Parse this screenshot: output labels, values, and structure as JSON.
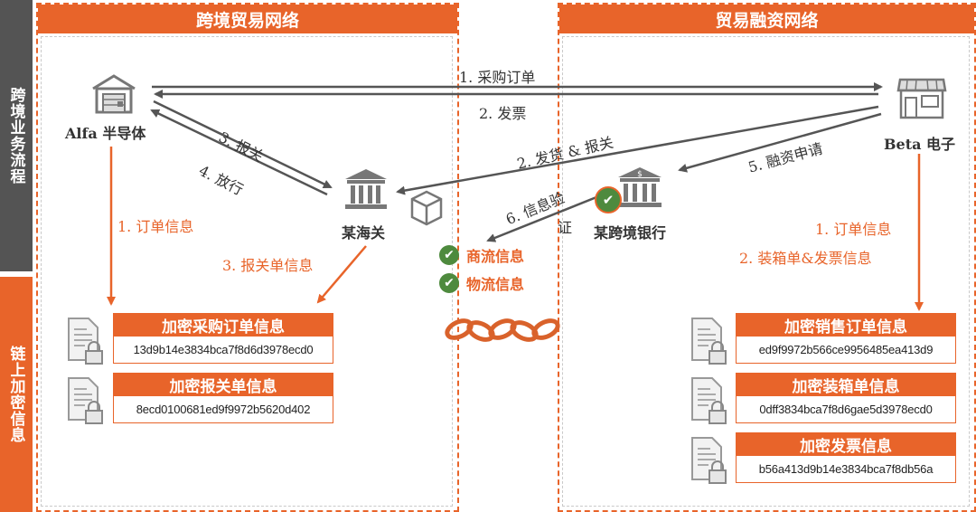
{
  "colors": {
    "accent": "#e8642a",
    "side_dark": "#545454",
    "arrow": "#555555",
    "check": "#4e8a3e"
  },
  "side": {
    "top_label": "跨境业务流程",
    "bottom_label": "链上加密信息"
  },
  "zones": {
    "left_title": "跨境贸易网络",
    "right_title": "贸易融资网络"
  },
  "nodes": {
    "alfa": "Alfa 半导体",
    "customs": "某海关",
    "beta": "Beta 电子",
    "bank": "某跨境银行"
  },
  "flows": {
    "purchase_order": "1. 采购订单",
    "invoice": "2. 发票",
    "declare": "3. 报关",
    "release": "4. 放行",
    "ship_declare": "2. 发货 & 报关",
    "finance_apply": "5. 融资申请",
    "verify_line1": "6. 信息验",
    "verify_line2": "证"
  },
  "info_labels": {
    "order_info_left": "1. 订单信息",
    "customs_info": "3. 报关单信息",
    "order_info_right": "1. 订单信息",
    "packing_info": "2. 装箱单&发票信息"
  },
  "checks": [
    "商流信息",
    "物流信息"
  ],
  "icons": {
    "factory": "factory-icon",
    "shop": "shop-icon",
    "customs": "customs-building-icon",
    "bank": "bank-building-icon",
    "box": "box-icon",
    "chain": "chain-icon",
    "document": "locked-document-icon",
    "check": "check-circle-icon"
  },
  "encrypted": {
    "purchase_order": {
      "title": "加密采购订单信息",
      "hash": "13d9b14e3834bca7f8d6d3978ecd0"
    },
    "customs_form": {
      "title": "加密报关单信息",
      "hash": "8ecd0100681ed9f9972b5620d402"
    },
    "sales_order": {
      "title": "加密销售订单信息",
      "hash": "ed9f9972b566ce9956485ea413d9"
    },
    "packing_list": {
      "title": "加密装箱单信息",
      "hash": "0dff3834bca7f8d6gae5d3978ecd0"
    },
    "invoice": {
      "title": "加密发票信息",
      "hash": "b56a413d9b14e3834bca7f8db56a"
    }
  }
}
